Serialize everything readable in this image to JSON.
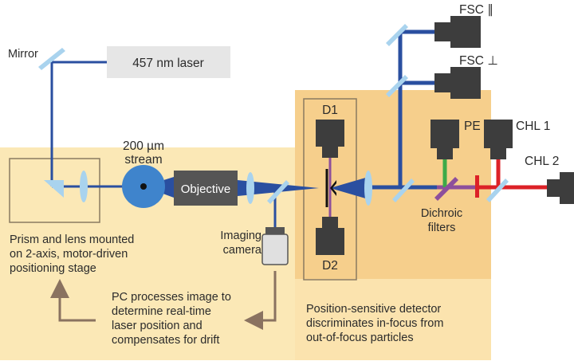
{
  "labels": {
    "mirror": "Mirror",
    "laser": "457 nm laser",
    "stream_line1": "200 µm",
    "stream_line2": "stream",
    "objective": "Objective",
    "imaging_line1": "Imaging",
    "imaging_line2": "camera",
    "prism_line1": "Prism and lens mounted",
    "prism_line2": "on 2-axis, motor-driven",
    "prism_line3": "positioning stage",
    "pc_line1": "PC processes image to",
    "pc_line2": "determine real-time",
    "pc_line3": "laser position and",
    "pc_line4": "compensates for drift",
    "d1": "D1",
    "d2": "D2",
    "psd_line1": "Position-sensitive detector",
    "psd_line2": "discriminates in-focus from",
    "psd_line3": "out-of-focus particles",
    "fsc_par": "FSC ∥",
    "fsc_perp": "FSC ⊥",
    "pe": "PE",
    "chl1": "CHL 1",
    "chl2": "CHL 2",
    "dichroic_line1": "Dichroic",
    "dichroic_line2": "filters"
  },
  "colors": {
    "beam": "#2a4fa0",
    "panel": "#fbe8b6",
    "panel_dark": "#f6cf8c",
    "stream": "#3f84cc",
    "detector": "#3d3d3d",
    "laser_box": "#e6e6e6",
    "mirror": "#a9d3ee",
    "green": "#3daa48",
    "red": "#dc2127",
    "purple": "#8d4f9c",
    "arrow": "#8a7260"
  }
}
